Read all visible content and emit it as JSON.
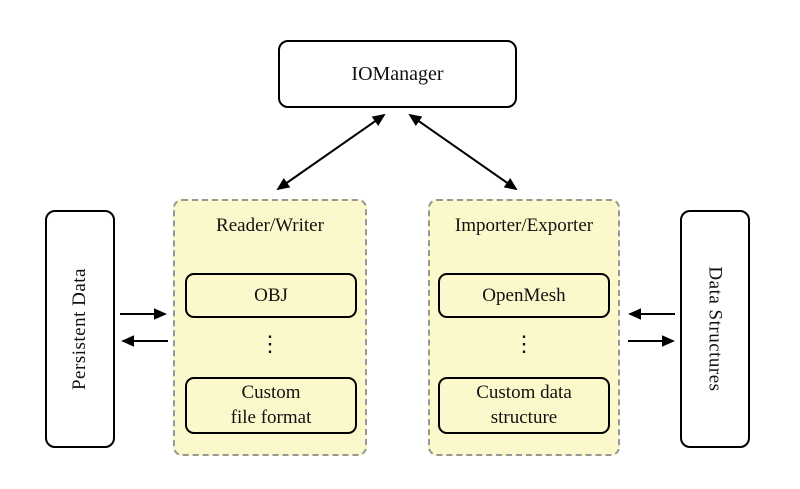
{
  "diagram": {
    "top_node": {
      "label": "IOManager"
    },
    "left_node": {
      "label": "Persistent Data"
    },
    "right_node": {
      "label": "Data Structures"
    },
    "ellipsis_glyph": "⋮",
    "groups": [
      {
        "title": "Reader/Writer",
        "items": [
          "OBJ",
          "Custom\nfile format"
        ]
      },
      {
        "title": "Importer/Exporter",
        "items": [
          "OpenMesh",
          "Custom data\nstructure"
        ]
      }
    ],
    "colors": {
      "group_fill": "#fbf8cb",
      "group_border": "#979797",
      "node_border": "#000000",
      "arrow": "#000000",
      "background": "#ffffff"
    }
  }
}
